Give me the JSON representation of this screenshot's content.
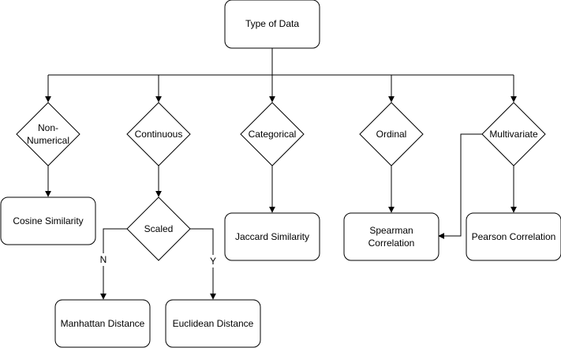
{
  "nodes": {
    "type_of_data": "Type of Data",
    "non_numerical_line1": "Non-",
    "non_numerical_line2": "Numerical",
    "continuous": "Continuous",
    "categorical": "Categorical",
    "ordinal": "Ordinal",
    "multivariate": "Multivariate",
    "cosine_similarity": "Cosine Similarity",
    "scaled": "Scaled",
    "jaccard_similarity": "Jaccard Similarity",
    "spearman_line1": "Spearman",
    "spearman_line2": "Correlation",
    "pearson_correlation": "Pearson Correlation",
    "manhattan_distance": "Manhattan Distance",
    "euclidean_distance": "Euclidean Distance"
  },
  "edge_labels": {
    "no": "N",
    "yes": "Y"
  }
}
